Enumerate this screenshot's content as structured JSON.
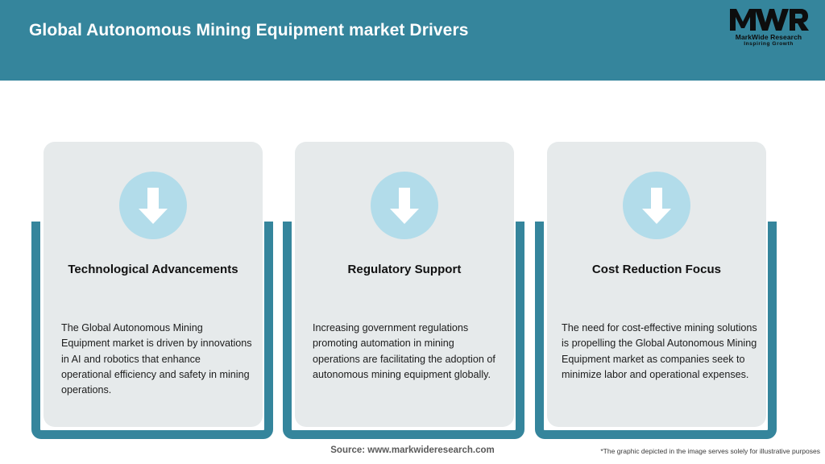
{
  "header": {
    "title": "Global Autonomous Mining Equipment market Drivers",
    "background_color": "#35859c",
    "title_color": "#ffffff"
  },
  "logo": {
    "mark": "MWR",
    "name": "MarkWide Research",
    "tagline": "Inspiring Growth"
  },
  "theme": {
    "accent_teal": "#35859c",
    "card_background": "#e6eaeb",
    "icon_circle": "#b2dcea",
    "arrow_color": "#ffffff",
    "page_background": "#ffffff"
  },
  "cards": [
    {
      "icon": "arrow-down-icon",
      "title": "Technological Advancements",
      "body": "The Global Autonomous Mining Equipment market is driven by innovations in AI and robotics that enhance operational efficiency and safety in mining operations."
    },
    {
      "icon": "arrow-down-icon",
      "title": "Regulatory Support",
      "body": "Increasing government regulations promoting automation in mining operations are facilitating the adoption of autonomous mining equipment globally."
    },
    {
      "icon": "arrow-down-icon",
      "title": "Cost Reduction Focus",
      "body": "The need for cost-effective mining solutions is propelling the Global Autonomous Mining Equipment market as companies seek to minimize labor and operational expenses."
    }
  ],
  "footer": {
    "source": "Source: www.markwideresearch.com",
    "disclaimer": "*The graphic depicted in the image serves solely for illustrative purposes"
  }
}
